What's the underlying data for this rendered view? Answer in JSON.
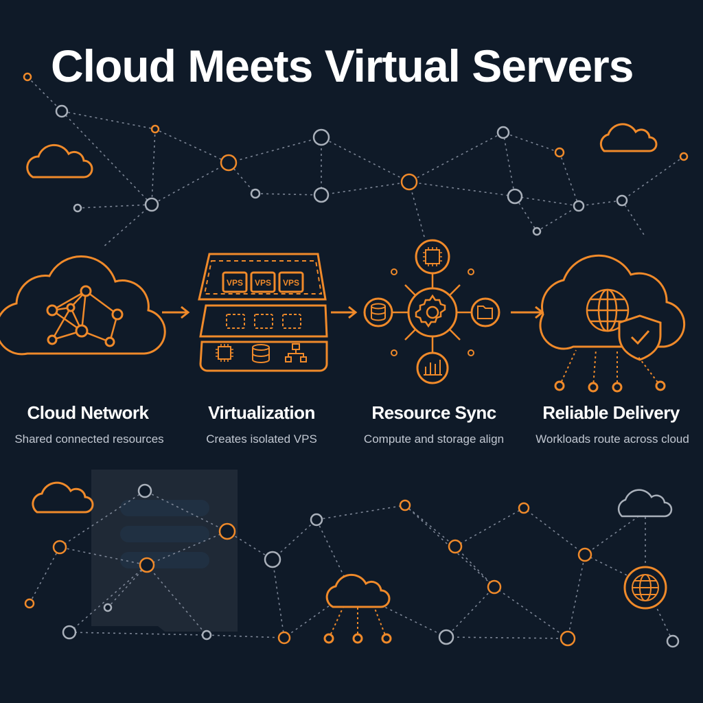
{
  "title": "Cloud Meets Virtual Servers",
  "colors": {
    "background": "#0f1a28",
    "accent": "#f08a2a",
    "node_gray": "#aab1bb",
    "line": "#7d8696"
  },
  "stages": [
    {
      "label": "Cloud Network",
      "description": "Shared connected resources",
      "icon": "cloud-network-icon"
    },
    {
      "label": "Virtualization",
      "description": "Creates isolated VPS",
      "icon": "server-stack-icon"
    },
    {
      "label": "Resource Sync",
      "description": "Compute and storage align",
      "icon": "gear-hub-icon"
    },
    {
      "label": "Reliable Delivery",
      "description": "Workloads route across cloud",
      "icon": "cloud-globe-shield-icon"
    }
  ],
  "vps_labels": [
    "VPS",
    "VPS",
    "VPS"
  ]
}
